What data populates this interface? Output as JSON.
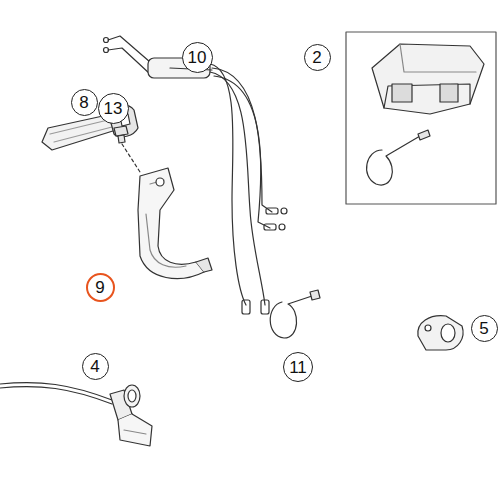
{
  "diagram": {
    "labels": [
      "10",
      "8",
      "13",
      "2",
      "9",
      "4",
      "11",
      "5"
    ]
  }
}
